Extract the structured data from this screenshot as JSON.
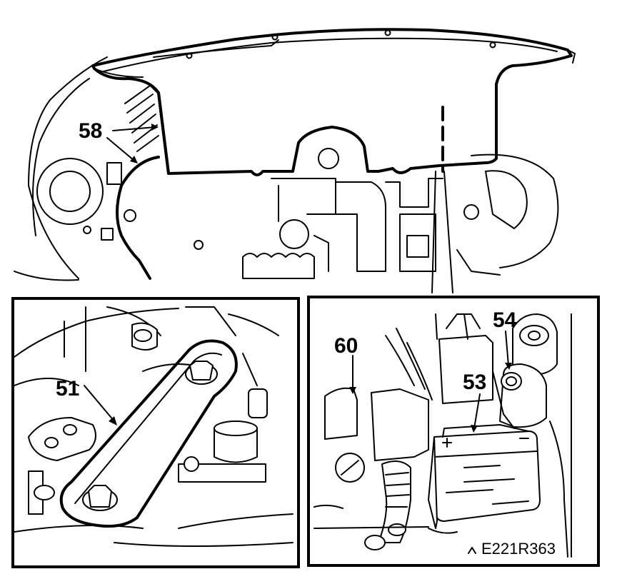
{
  "figure": {
    "callouts": {
      "c58": "58",
      "c51": "51",
      "c60": "60",
      "c54": "54",
      "c53": "53"
    },
    "reference_code": "E221R363",
    "colors": {
      "ink": "#000000",
      "paper": "#ffffff"
    }
  }
}
